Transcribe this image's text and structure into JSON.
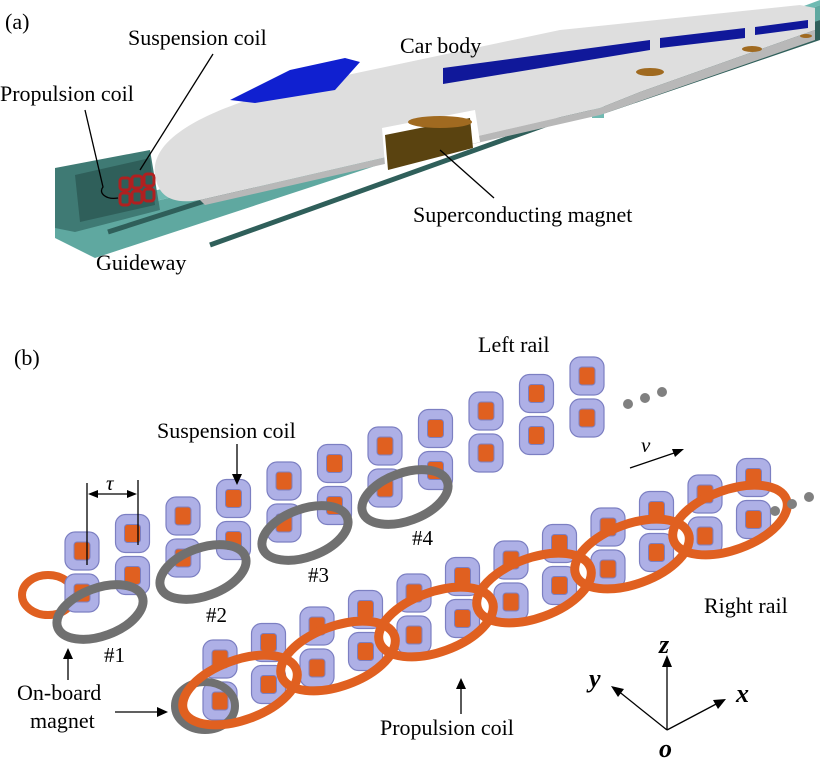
{
  "panel_a": {
    "tag": "(a)",
    "labels": {
      "suspension_coil": "Suspension coil",
      "propulsion_coil": "Propulsion coil",
      "car_body": "Car body",
      "superconducting_magnet": "Superconducting magnet",
      "guideway": "Guideway"
    },
    "colors": {
      "guideway": "#5fa8a0",
      "guideway_dark": "#2f5f5a",
      "car_body": "#d9d9d9",
      "window": "#1020d0",
      "stripe": "#10189a",
      "magnet": "#5a4310",
      "coil": "#b02020"
    }
  },
  "panel_b": {
    "tag": "(b)",
    "labels": {
      "left_rail": "Left rail",
      "right_rail": "Right rail",
      "suspension_coil": "Suspension coil",
      "propulsion_coil": "Propulsion coil",
      "on_board_magnet_line1": "On-board",
      "on_board_magnet_line2": "magnet",
      "pitch": "τ",
      "velocity": "v",
      "magnets": [
        "#1",
        "#2",
        "#3",
        "#4"
      ],
      "continuation": "• • •"
    },
    "axes": {
      "x": "x",
      "y": "y",
      "z": "z",
      "origin": "o"
    },
    "colors": {
      "suspension_coil": "#aeb0e6",
      "suspension_coil_edge": "#7c7fc2",
      "propulsion_coil": "#e06020",
      "magnet": "#707070",
      "dots": "#808080"
    }
  }
}
